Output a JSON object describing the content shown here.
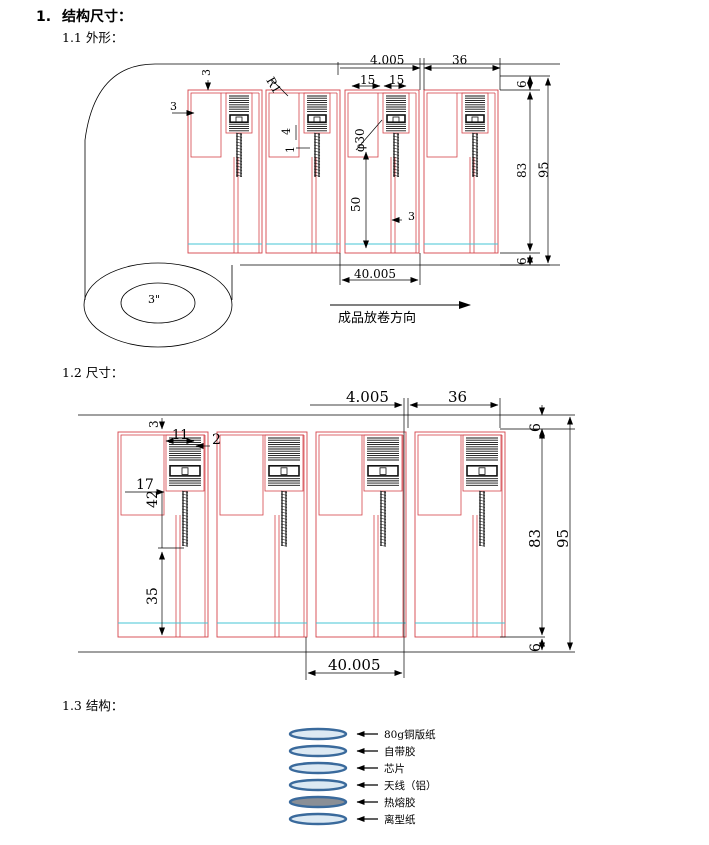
{
  "section": {
    "number": "1.",
    "title": "结构尺寸："
  },
  "sub1": "1.1 外形：",
  "sub2": "1.2 尺寸：",
  "sub3": "1.3 结构：",
  "fig1": {
    "dim_gap": "4.005",
    "dim_width": "36",
    "dim_top_margin": "6",
    "dim_bottom_margin": "6",
    "dim_label_height": "83",
    "dim_total_height": "95",
    "dim_pitch": "40.005",
    "dim_15a": "15",
    "dim_15b": "15",
    "dim_r1": "R1",
    "dim_3_top": "3",
    "dim_3_left": "3",
    "dim_4": "4",
    "dim_1": "1",
    "dim_phi30": "φ30",
    "dim_50": "50",
    "dim_3_small": "3",
    "core_label": "3\"",
    "direction_label": "成品放卷方向"
  },
  "fig2": {
    "dim_gap": "4.005",
    "dim_width": "36",
    "dim_top_margin": "6",
    "dim_bottom_margin": "6",
    "dim_label_height": "83",
    "dim_total_height": "95",
    "dim_pitch": "40.005",
    "dim_3": "3",
    "dim_11": "11",
    "dim_2": "2",
    "dim_17": "17",
    "dim_42": "42",
    "dim_35": "35"
  },
  "layers": [
    {
      "label": "80g铜版纸",
      "fill": "#dce9f3"
    },
    {
      "label": "自带胶",
      "fill": "#dce9f3"
    },
    {
      "label": "芯片",
      "fill": "#dce9f3"
    },
    {
      "label": "天线（铝）",
      "fill": "#dce9f3"
    },
    {
      "label": "热熔胶",
      "fill": "#8a8f96"
    },
    {
      "label": "离型纸",
      "fill": "#dce9f3"
    }
  ],
  "colors": {
    "cut_line": "#d4434a",
    "liner_line": "#46c6d6",
    "layer_stroke": "#3a6a9c"
  }
}
